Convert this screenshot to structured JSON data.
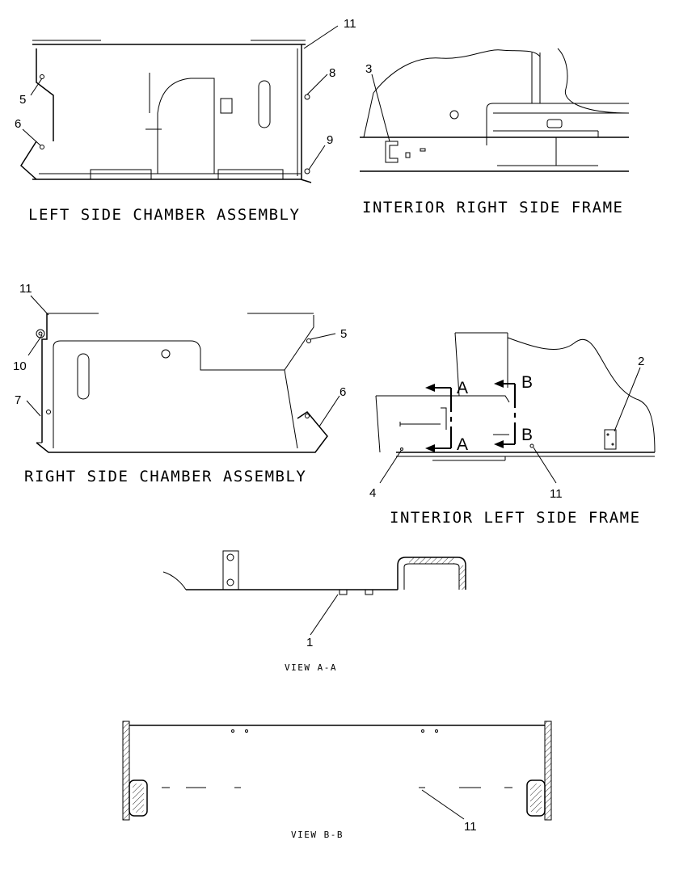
{
  "captions": {
    "left_chamber": "LEFT SIDE CHAMBER ASSEMBLY",
    "right_frame": "INTERIOR RIGHT SIDE FRAME",
    "right_chamber": "RIGHT SIDE CHAMBER ASSEMBLY",
    "left_frame": "INTERIOR LEFT SIDE FRAME",
    "view_aa": "VIEW A-A",
    "view_bb": "VIEW B-B"
  },
  "callouts": {
    "lc_11": "11",
    "lc_8": "8",
    "lc_5": "5",
    "lc_6": "6",
    "lc_9": "9",
    "rf_3": "3",
    "rc_11": "11",
    "rc_10": "10",
    "rc_5": "5",
    "rc_7": "7",
    "rc_6": "6",
    "lf_2": "2",
    "lf_4": "4",
    "lf_11": "11",
    "aa_1": "1",
    "bb_11": "11"
  },
  "sections": {
    "a_top": "A",
    "a_bottom": "A",
    "b_top": "B",
    "b_bottom": "B"
  }
}
